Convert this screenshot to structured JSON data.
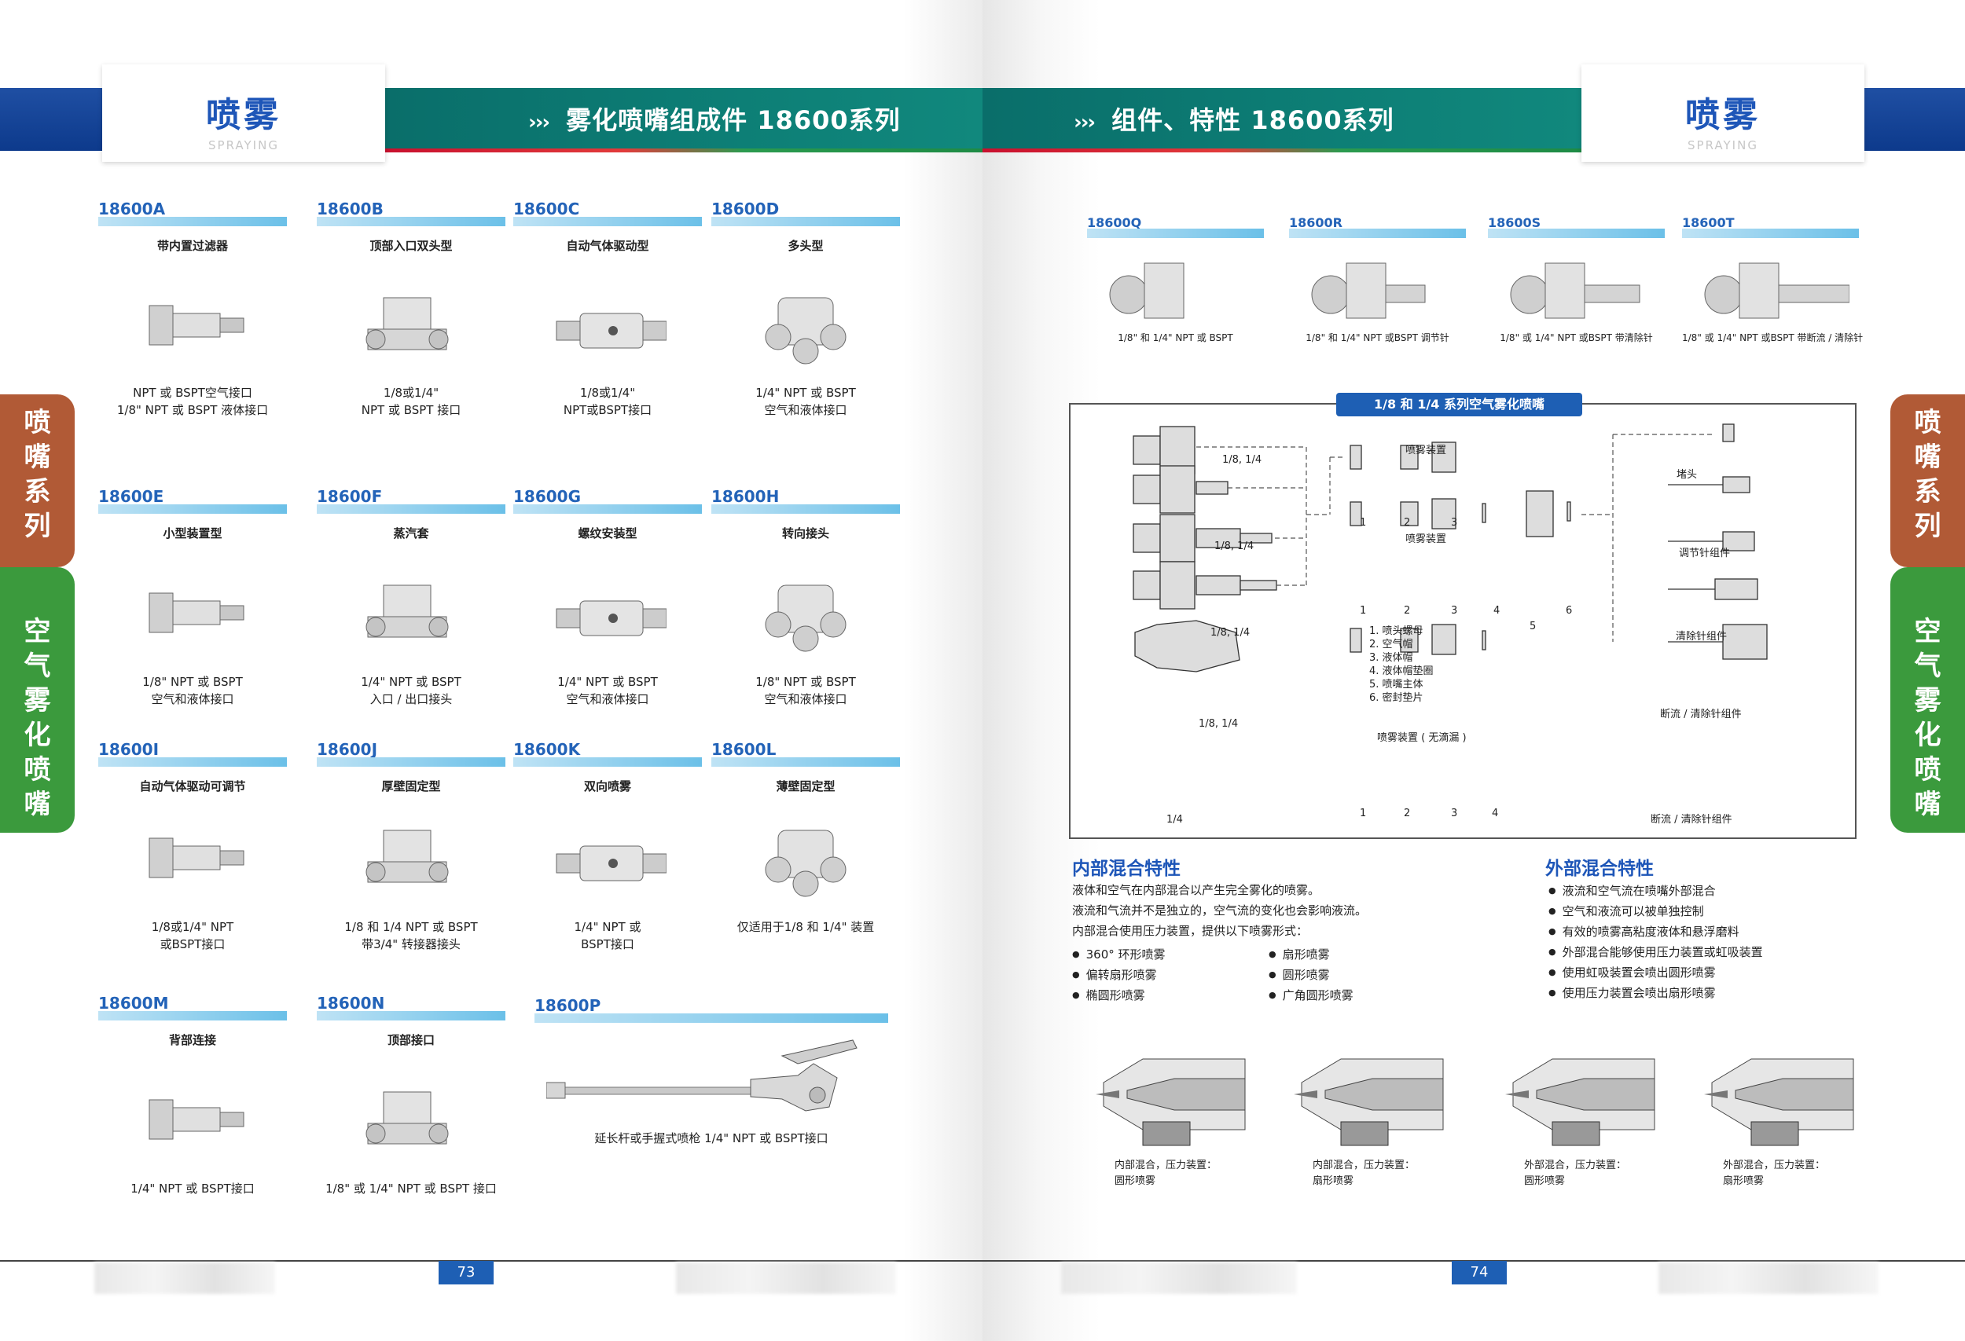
{
  "left": {
    "logo": {
      "main": "喷雾",
      "sub": "SPRAYING"
    },
    "band_title": "雾化喷嘴组成件 18600系列",
    "chevrons": "›››",
    "page_number": "73",
    "tab1": [
      "喷",
      "嘴",
      "系",
      "列"
    ],
    "tab2": [
      "空",
      "气",
      "雾",
      "化",
      "喷",
      "嘴"
    ],
    "products": [
      {
        "code": "18600A",
        "name": "带内置过滤器",
        "desc1": "NPT 或 BSPT空气接口",
        "desc2": "1/8\" NPT 或 BSPT 液体接口"
      },
      {
        "code": "18600B",
        "name": "顶部入口双头型",
        "desc1": "1/8或1/4\"",
        "desc2": "NPT 或 BSPT 接口"
      },
      {
        "code": "18600C",
        "name": "自动气体驱动型",
        "desc1": "1/8或1/4\"",
        "desc2": "NPT或BSPT接口"
      },
      {
        "code": "18600D",
        "name": "多头型",
        "desc1": "1/4\" NPT 或 BSPT",
        "desc2": "空气和液体接口"
      },
      {
        "code": "18600E",
        "name": "小型装置型",
        "desc1": "1/8\" NPT 或 BSPT",
        "desc2": "空气和液体接口"
      },
      {
        "code": "18600F",
        "name": "蒸汽套",
        "desc1": "1/4\" NPT 或 BSPT",
        "desc2": "入口 / 出口接头"
      },
      {
        "code": "18600G",
        "name": "螺纹安装型",
        "desc1": "1/4\" NPT 或 BSPT",
        "desc2": "空气和液体接口"
      },
      {
        "code": "18600H",
        "name": "转向接头",
        "desc1": "1/8\" NPT 或 BSPT",
        "desc2": "空气和液体接口"
      },
      {
        "code": "18600I",
        "name": "自动气体驱动可调节",
        "desc1": "1/8或1/4\"  NPT",
        "desc2": "或BSPT接口"
      },
      {
        "code": "18600J",
        "name": "厚壁固定型",
        "desc1": "1/8 和 1/4 NPT 或 BSPT",
        "desc2": "带3/4\" 转接器接头"
      },
      {
        "code": "18600K",
        "name": "双向喷雾",
        "desc1": "1/4\" NPT 或",
        "desc2": "BSPT接口"
      },
      {
        "code": "18600L",
        "name": "薄壁固定型",
        "desc1": "仅适用于1/8 和 1/4\" 装置",
        "desc2": ""
      },
      {
        "code": "18600M",
        "name": "背部连接",
        "desc1": "1/4\" NPT 或 BSPT接口",
        "desc2": ""
      },
      {
        "code": "18600N",
        "name": "顶部接口",
        "desc1": "1/8\" 或 1/4\" NPT 或 BSPT 接口",
        "desc2": ""
      }
    ],
    "wide_product": {
      "code": "18600P",
      "desc": "延长杆或手握式喷枪 1/4\" NPT 或 BSPT接口"
    }
  },
  "right": {
    "logo": {
      "main": "喷雾",
      "sub": "SPRAYING"
    },
    "band_title": "组件、特性 18600系列",
    "chevrons": "›››",
    "page_number": "74",
    "tab1": [
      "喷",
      "嘴",
      "系",
      "列"
    ],
    "tab2": [
      "空",
      "气",
      "雾",
      "化",
      "喷",
      "嘴"
    ],
    "products": [
      {
        "code": "18600Q",
        "desc": "1/8\" 和 1/4\" NPT 或 BSPT"
      },
      {
        "code": "18600R",
        "desc": "1/8\" 和 1/4\" NPT 或BSPT 调节针"
      },
      {
        "code": "18600S",
        "desc": "1/8\" 或 1/4\" NPT 或BSPT 带清除针"
      },
      {
        "code": "18600T",
        "desc": "1/8\" 或 1/4\" NPT 或BSPT 带断流 / 清除针"
      }
    ],
    "diagram": {
      "title": "1/8 和 1/4 系列空气雾化喷嘴",
      "size_labels": [
        "1/8, 1/4",
        "1/8, 1/4",
        "1/8, 1/4",
        "1/8, 1/4",
        "1/4"
      ],
      "assembly1": "喷雾装置",
      "assembly2": "喷雾装置",
      "assembly3": "喷雾装置 ( 无滴漏 )",
      "nums": [
        "1",
        "2",
        "3",
        "1",
        "2",
        "3",
        "4",
        "5",
        "6",
        "1",
        "2",
        "3",
        "4"
      ],
      "legend": [
        "1. 喷头螺母",
        "2. 空气帽",
        "3. 液体帽",
        "4. 液体帽垫圈",
        "5. 喷嘴主体",
        "6. 密封垫片"
      ],
      "right_labels": [
        "堵头",
        "调节针组件",
        "清除针组件",
        "断流 / 清除针组件",
        "断流 / 清除针组件"
      ]
    },
    "internal": {
      "title": "内部混合特性",
      "lines": [
        "液体和空气在内部混合以产生完全雾化的喷雾。",
        "液流和气流并不是独立的，空气流的变化也会影响液流。",
        "内部混合使用压力装置，提供以下喷雾形式："
      ],
      "bullets": [
        "360° 环形喷雾",
        "偏转扇形喷雾",
        "椭圆形喷雾",
        "扇形喷雾",
        "圆形喷雾",
        "广角圆形喷雾"
      ]
    },
    "external": {
      "title": "外部混合特性",
      "bullets": [
        "液流和空气流在喷嘴外部混合",
        "空气和液流可以被单独控制",
        "有效的喷雾高粘度液体和悬浮磨料",
        "外部混合能够使用压力装置或虹吸装置",
        "使用虹吸装置会喷出圆形喷雾",
        "使用压力装置会喷出扇形喷雾"
      ]
    },
    "cutaways": [
      {
        "l1": "内部混合，压力装置：",
        "l2": "圆形喷雾"
      },
      {
        "l1": "内部混合，压力装置：",
        "l2": "扇形喷雾"
      },
      {
        "l1": "外部混合，压力装置：",
        "l2": "圆形喷雾"
      },
      {
        "l1": "外部混合，压力装置：",
        "l2": "扇形喷雾"
      }
    ]
  },
  "colors": {
    "blue": "#1e56b8",
    "teal": "#0d7f76",
    "brown": "#b15a36",
    "green": "#3b9a3d"
  }
}
